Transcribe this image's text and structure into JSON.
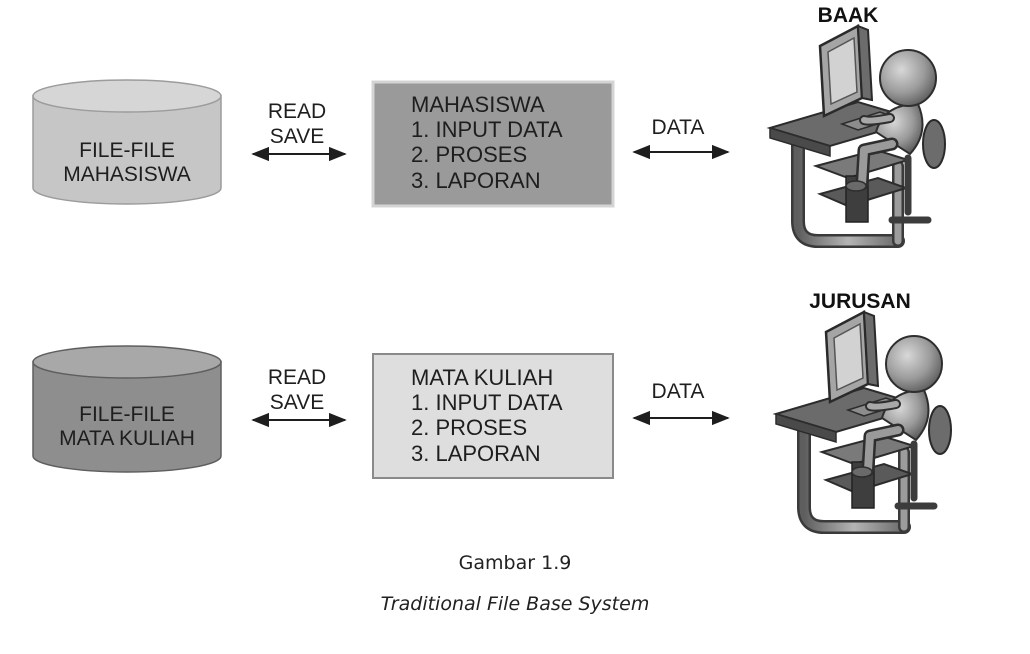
{
  "rows": [
    {
      "file_store": {
        "lines": [
          "FILE-FILE",
          "MAHASISWA"
        ],
        "fill": "#c6c6c6",
        "top_fill": "#d6d6d6"
      },
      "read_save": [
        "READ",
        "SAVE"
      ],
      "program": {
        "lines": [
          "MAHASISWA",
          "1. INPUT DATA",
          "2. PROSES",
          "3. LAPORAN"
        ],
        "fill": "#9a9a9a",
        "border": "#d4d4d4"
      },
      "data_label": "DATA",
      "station": {
        "title": "BAAK",
        "icon": "person-at-computer-icon"
      }
    },
    {
      "file_store": {
        "lines": [
          "FILE-FILE",
          "MATA KULIAH"
        ],
        "fill": "#8e8e8e",
        "top_fill": "#a8a8a8"
      },
      "read_save": [
        "READ",
        "SAVE"
      ],
      "program": {
        "lines": [
          "MATA KULIAH",
          "1. INPUT DATA",
          "2. PROSES",
          "3. LAPORAN"
        ],
        "fill": "#dedede",
        "border": "#8a8a8a"
      },
      "data_label": "DATA",
      "station": {
        "title": "JURUSAN",
        "icon": "person-at-computer-icon"
      }
    }
  ],
  "caption": {
    "number": "Gambar 1.9",
    "title": "Traditional File Base System"
  }
}
